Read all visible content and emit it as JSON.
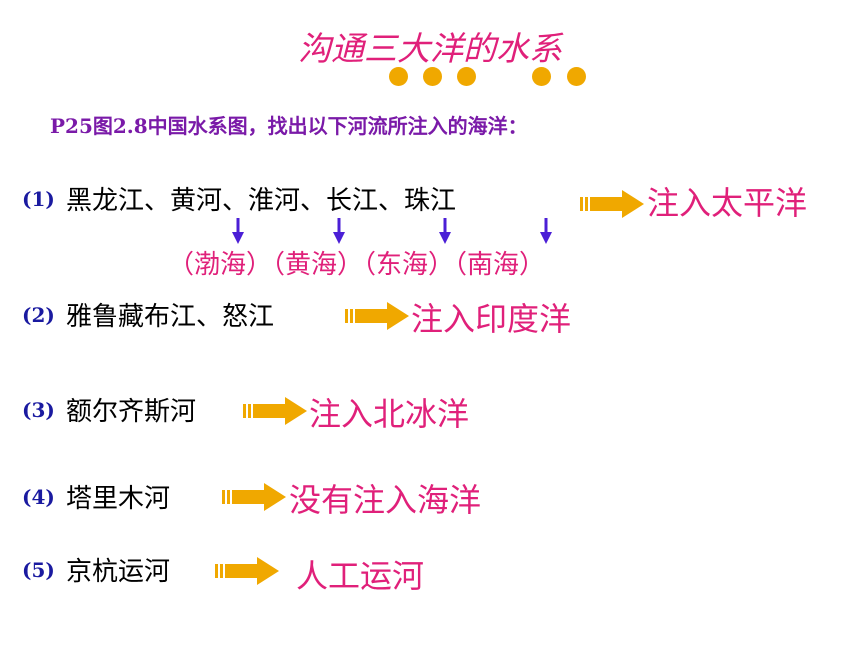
{
  "title": "沟通三大洋的水系",
  "subtitle": "P25图2.8中国水系图，找出以下河流所注入的海洋：",
  "rows": [
    {
      "num": "(1)",
      "rivers": "黑龙江、黄河、淮河、长江、珠江",
      "destination": "注入太平洋"
    },
    {
      "num": "(2)",
      "rivers": "雅鲁藏布江、怒江",
      "destination": "注入印度洋"
    },
    {
      "num": "(3)",
      "rivers": "额尔齐斯河",
      "destination": "注入北冰洋"
    },
    {
      "num": "(4)",
      "rivers": "塔里木河",
      "destination": "没有注入海洋"
    },
    {
      "num": "(5)",
      "rivers": "京杭运河",
      "destination": "人工运河"
    }
  ],
  "seas": "（渤海）（黄海）（东海）（南海）",
  "colors": {
    "title": "#e0207a",
    "subtitle": "#7a1aa8",
    "number": "#1a1aa0",
    "destination": "#e0207a",
    "arrow": "#f0a800",
    "down_arrow": "#4b1fd6"
  },
  "icons": [
    "block-arrow-right-icon",
    "down-arrow-icon",
    "decorative-dot"
  ]
}
